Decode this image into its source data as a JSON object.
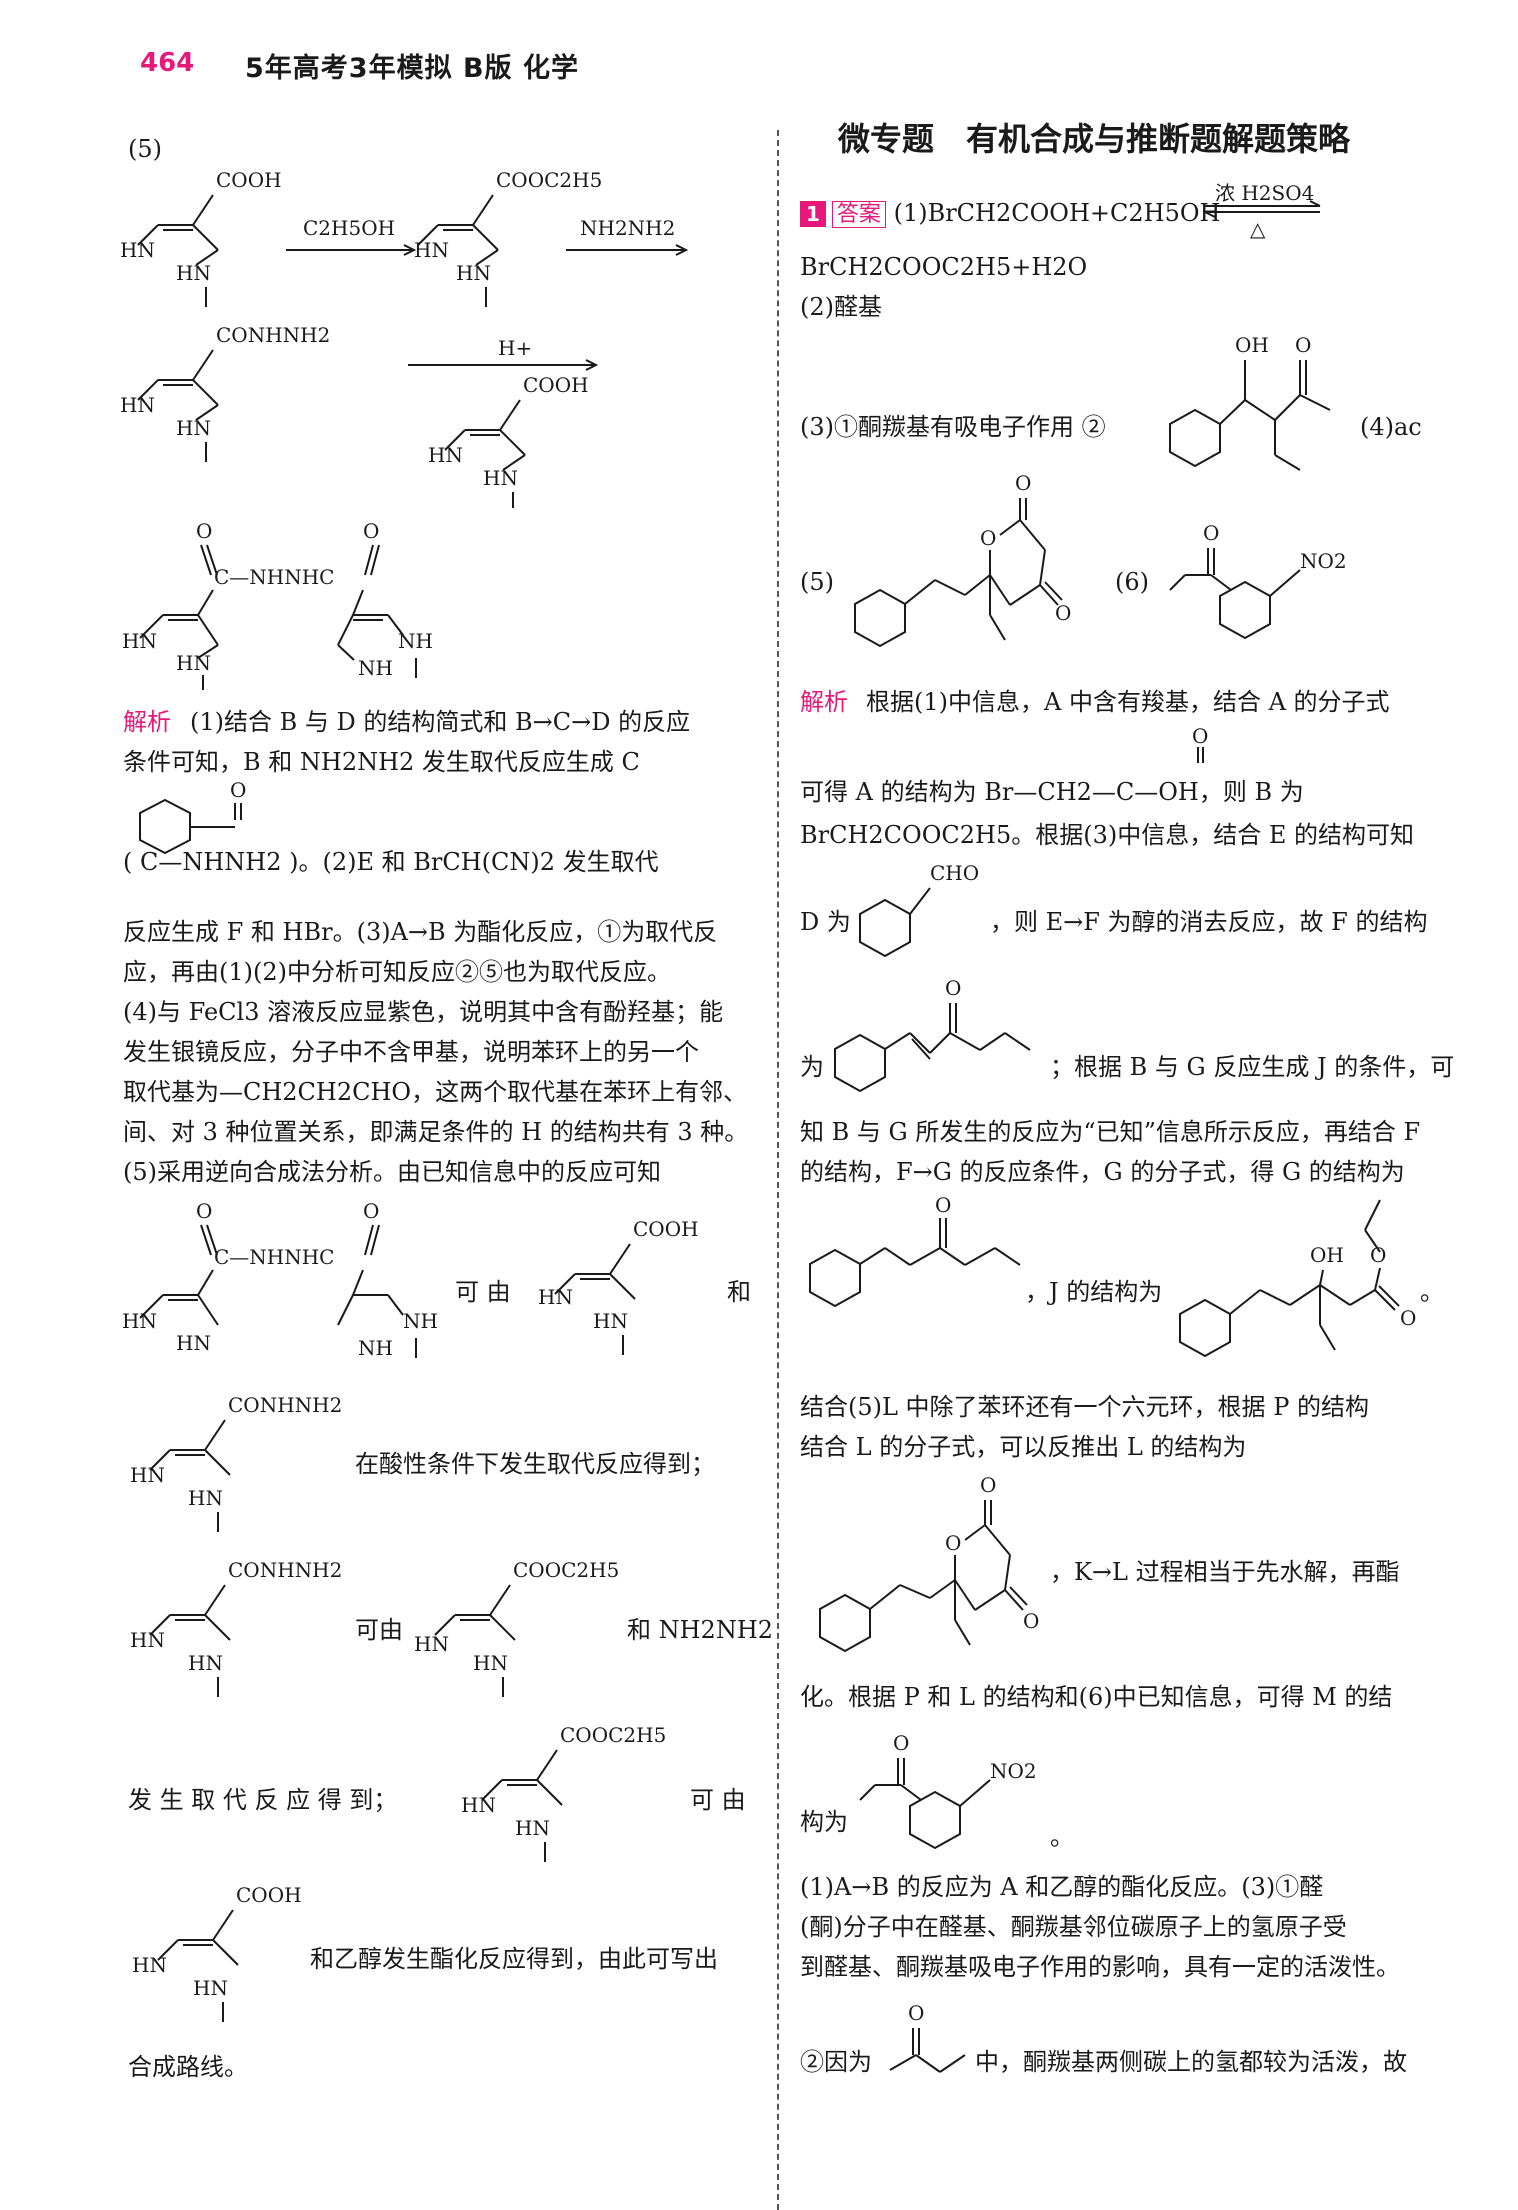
{
  "header": {
    "page_number": "464",
    "book_title": "5年高考3年模拟  B版  化学"
  },
  "left": {
    "part5_label": "(5)",
    "reagents": {
      "ethanol": "C2H5OH",
      "hydrazine": "NH2NH2",
      "acid": "H+"
    },
    "groups": {
      "cooh": "COOH",
      "cooet": "COOC2H5",
      "conhnh2": "CONHNH2",
      "nhnhc": "C—NHNHC",
      "hn": "HN",
      "nh": "NH",
      "o": "O"
    },
    "analysis_label": "解析",
    "lines": [
      "(1)结合 B 与 D 的结构简式和 B→C→D 的反应",
      "条件可知，B 和 NH2NH2 发生取代反应生成 C",
      "(                  C—NHNH2 )。(2)E 和 BrCH(CN)2 发生取代",
      "反应生成 F 和 HBr。(3)A→B 为酯化反应，①为取代反",
      "应，再由(1)(2)中分析可知反应②⑤也为取代反应。",
      "(4)与 FeCl3 溶液反应显紫色，说明其中含有酚羟基；能",
      "发生银镜反应，分子中不含甲基，说明苯环上的另一个",
      "取代基为—CH2CH2CHO，这两个取代基在苯环上有邻、",
      "间、对 3 种位置关系，即满足条件的 H 的结构共有 3 种。",
      "(5)采用逆向合成法分析。由已知信息中的反应可知"
    ],
    "can_from": "可 由",
    "and": "和",
    "acid_sub": "在酸性条件下发生取代反应得到；",
    "can_from2": "可由",
    "and_hydrazine": "和 NH2NH2",
    "sub_get": "发 生 取 代 反 应 得 到；",
    "can_from3": "可 由",
    "esterify": "和乙醇发生酯化反应得到，由此可写出",
    "route": "合成路线。"
  },
  "right": {
    "title": "微专题　有机合成与推断题解题策略",
    "badge_num": "1",
    "badge_label": "答案",
    "answer1": "(1)BrCH2COOH+C2H5OH",
    "cond_top": "浓 H2SO4",
    "cond_bottom": "△",
    "answer1b": "BrCH2COOC2H5+H2O",
    "answer2": "(2)醛基",
    "answer3": "(3)①酮羰基有吸电子作用  ②",
    "answer4": "(4)ac",
    "answer5": "(5)",
    "answer6": "(6)",
    "no2": "NO2",
    "oh": "OH",
    "analysis_label": "解析",
    "a_lines": [
      "根据(1)中信息，A 中含有羧基，结合 A 的分子式",
      "可得 A 的结构为 Br—CH2—C—OH，则 B 为",
      "BrCH2COOC2H5。根据(3)中信息，结合 E 的结构可知",
      "D 为",
      "，则 E→F 为醇的消去反应，故 F 的结构",
      "为",
      "；根据 B 与 G 反应生成 J 的条件，可",
      "知 B 与 G 所发生的反应为“已知”信息所示反应，再结合 F",
      "的结构，F→G 的反应条件，G 的分子式，得 G 的结构为",
      "，J 的结构为",
      "结合(5)L 中除了苯环还有一个六元环，根据 P 的结构",
      "结合 L 的分子式，可以反推出 L 的结构为",
      "，K→L 过程相当于先水解，再酯",
      "化。根据 P 和 L 的结构和(6)中已知信息，可得 M 的结",
      "构为",
      "。",
      "(1)A→B 的反应为 A 和乙醇的酯化反应。(3)①醛",
      "(酮)分子中在醛基、酮羰基邻位碳原子上的氢原子受",
      "到醛基、酮羰基吸电子作用的影响，具有一定的活泼性。",
      "②因为",
      "中，酮羰基两侧碳上的氢都较为活泼，故"
    ],
    "cho": "CHO"
  }
}
